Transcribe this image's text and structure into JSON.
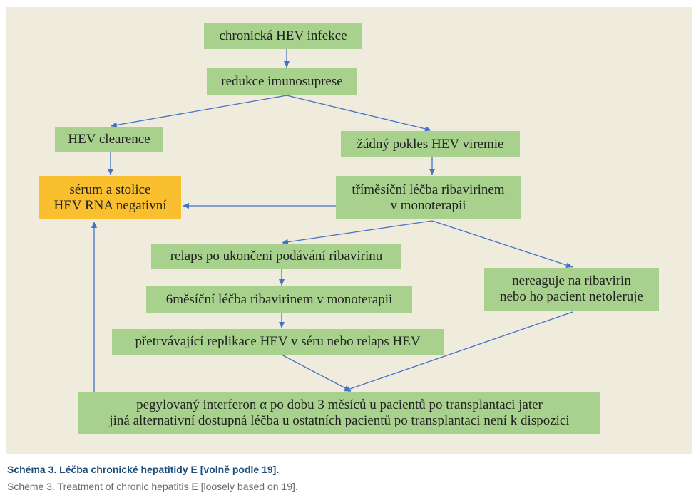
{
  "diagram": {
    "nodes": {
      "chronic": [
        "chronická HEV infekce"
      ],
      "reduction": [
        "redukce imunosuprese"
      ],
      "clearance": [
        "HEV clearence"
      ],
      "no_decline": [
        "žádný pokles HEV viremie"
      ],
      "negative": [
        "sérum a stolice",
        "HEV RNA negativní"
      ],
      "ribavirin3": [
        "tříměsíční léčba ribavirinem",
        "v monoterapii"
      ],
      "relapse": [
        "relaps po ukončení podávání ribavirinu"
      ],
      "ribavirin6": [
        "6měsíční léčba ribavirinem v monoterapii"
      ],
      "persistent": [
        "přetrvávající replikace HEV v séru nebo relaps HEV"
      ],
      "nonresponse": [
        "nereaguje na ribavirin",
        "nebo ho pacient netoleruje"
      ],
      "interferon": [
        "pegylovaný interferon α po dobu 3 měsíců u pacientů po transplantaci jater",
        "jiná alternativní dostupná léčba u ostatních pacientů po transplantaci není k dispozici"
      ]
    },
    "colors": {
      "panel": "#efebdd",
      "box": "#a9d18e",
      "highlight": "#f9bf2f",
      "arrow": "#4472c4"
    }
  },
  "caption": {
    "cz": "Schéma 3. Léčba chronické hepatitidy E [volně podle 19].",
    "en": "Scheme 3. Treatment of chronic hepatitis E [loosely based on 19]."
  }
}
